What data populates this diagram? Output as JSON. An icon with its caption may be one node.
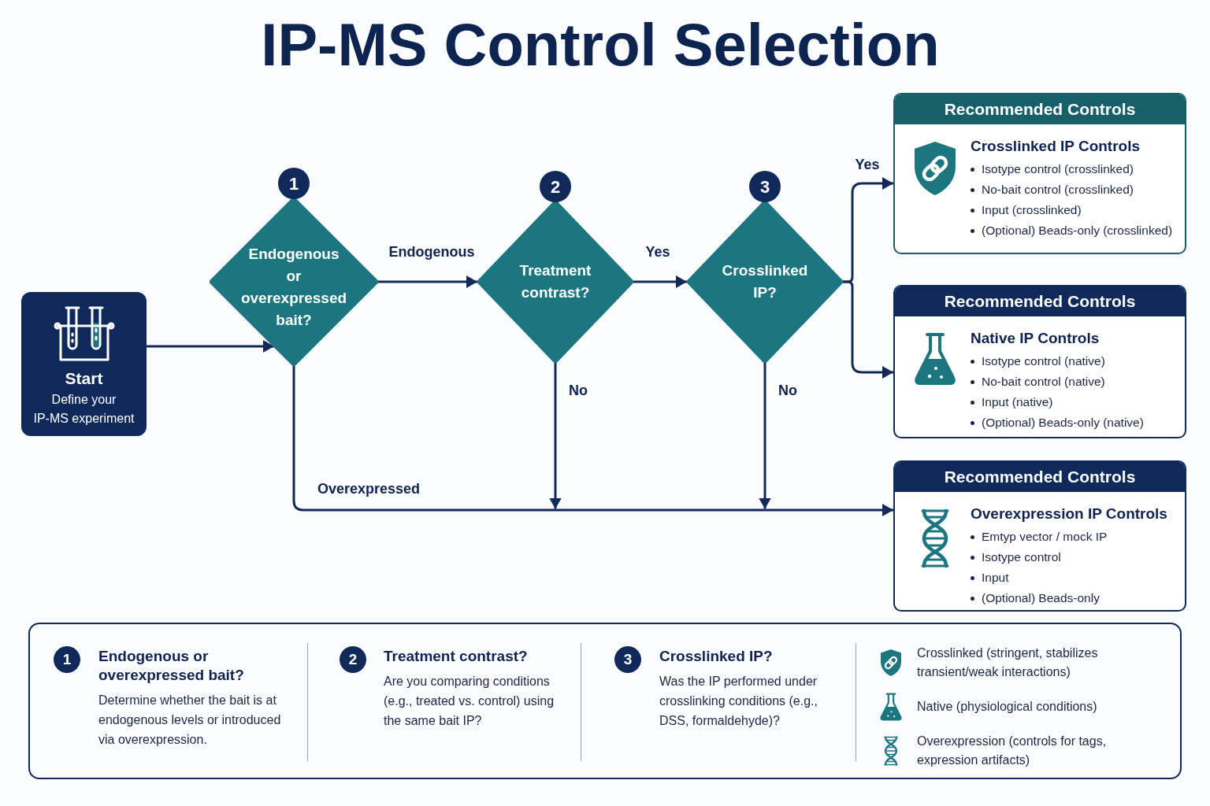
{
  "diagram": {
    "title": "IP-MS Control Selection",
    "nodes": [
      {
        "text": [
          "Start",
          "Define your IP-MS experiment"
        ]
      },
      {
        "text": [
          "Endogenous or overexpressed bait?"
        ],
        "beside": [
          "1"
        ]
      },
      {
        "text": [
          "Treatment contrast?"
        ],
        "beside": [
          "2"
        ]
      },
      {
        "text": [
          "Crosslinked IP?"
        ],
        "beside": [
          "3"
        ]
      },
      {
        "text": [
          "Recommended Controls",
          "Crosslinked IP Controls",
          "Isotype control (crosslinked)",
          "No-bait control (crosslinked)",
          "Input (crosslinked)",
          "(Optional) Beads-only (crosslinked)"
        ]
      },
      {
        "text": [
          "Recommended Controls",
          "Native IP Controls",
          "Isotype control (native)",
          "No-bait control (native)",
          "Input (native)",
          "(Optional) Beads-only (native)"
        ]
      },
      {
        "text": [
          "Recommended Controls",
          "Overexpression IP Controls",
          "Emtyp vector / mock IP",
          "Isotype control",
          "Input",
          "(Optional) Beads-only"
        ]
      }
    ],
    "edges": [
      {
        "from": 0,
        "to": 1,
        "arrow": "to"
      },
      {
        "from": 1,
        "to": 2,
        "arrow": "to",
        "label": "Endogenous"
      },
      {
        "from": 2,
        "to": 3,
        "arrow": "to",
        "label": "Yes"
      },
      {
        "from": 3,
        "to": 4,
        "arrow": "to",
        "label": "Yes"
      },
      {
        "from": 3,
        "to": 5,
        "arrow": "to"
      },
      {
        "from": 1,
        "to": 6,
        "arrow": "to",
        "label": "Overexpressed"
      },
      {
        "from": 2,
        "to": 6,
        "arrow": "to",
        "label": "No"
      },
      {
        "from": 3,
        "to": 6,
        "arrow": "to",
        "label": "No"
      }
    ],
    "labels": [
      "1",
      "Endogenous or overexpressed bait?",
      "Determine whether the bait is at endogenous levels or introduced via overexpression.",
      "2",
      "Treatment contrast?",
      "Are you comparing conditions (e.g., treated vs. control) using the same bait IP?",
      "3",
      "Crosslinked IP?",
      "Was the IP performed under crosslinking conditions (e.g., DSS, formaldehyde)?"
    ],
    "legend": [
      {
        "text": "Crosslinked (stringent, stabilizes transient/weak interactions)"
      },
      {
        "text": "Native (physiological conditions)"
      },
      {
        "text": "Overexpression (controls for tags, expression artifacts)"
      }
    ]
  }
}
